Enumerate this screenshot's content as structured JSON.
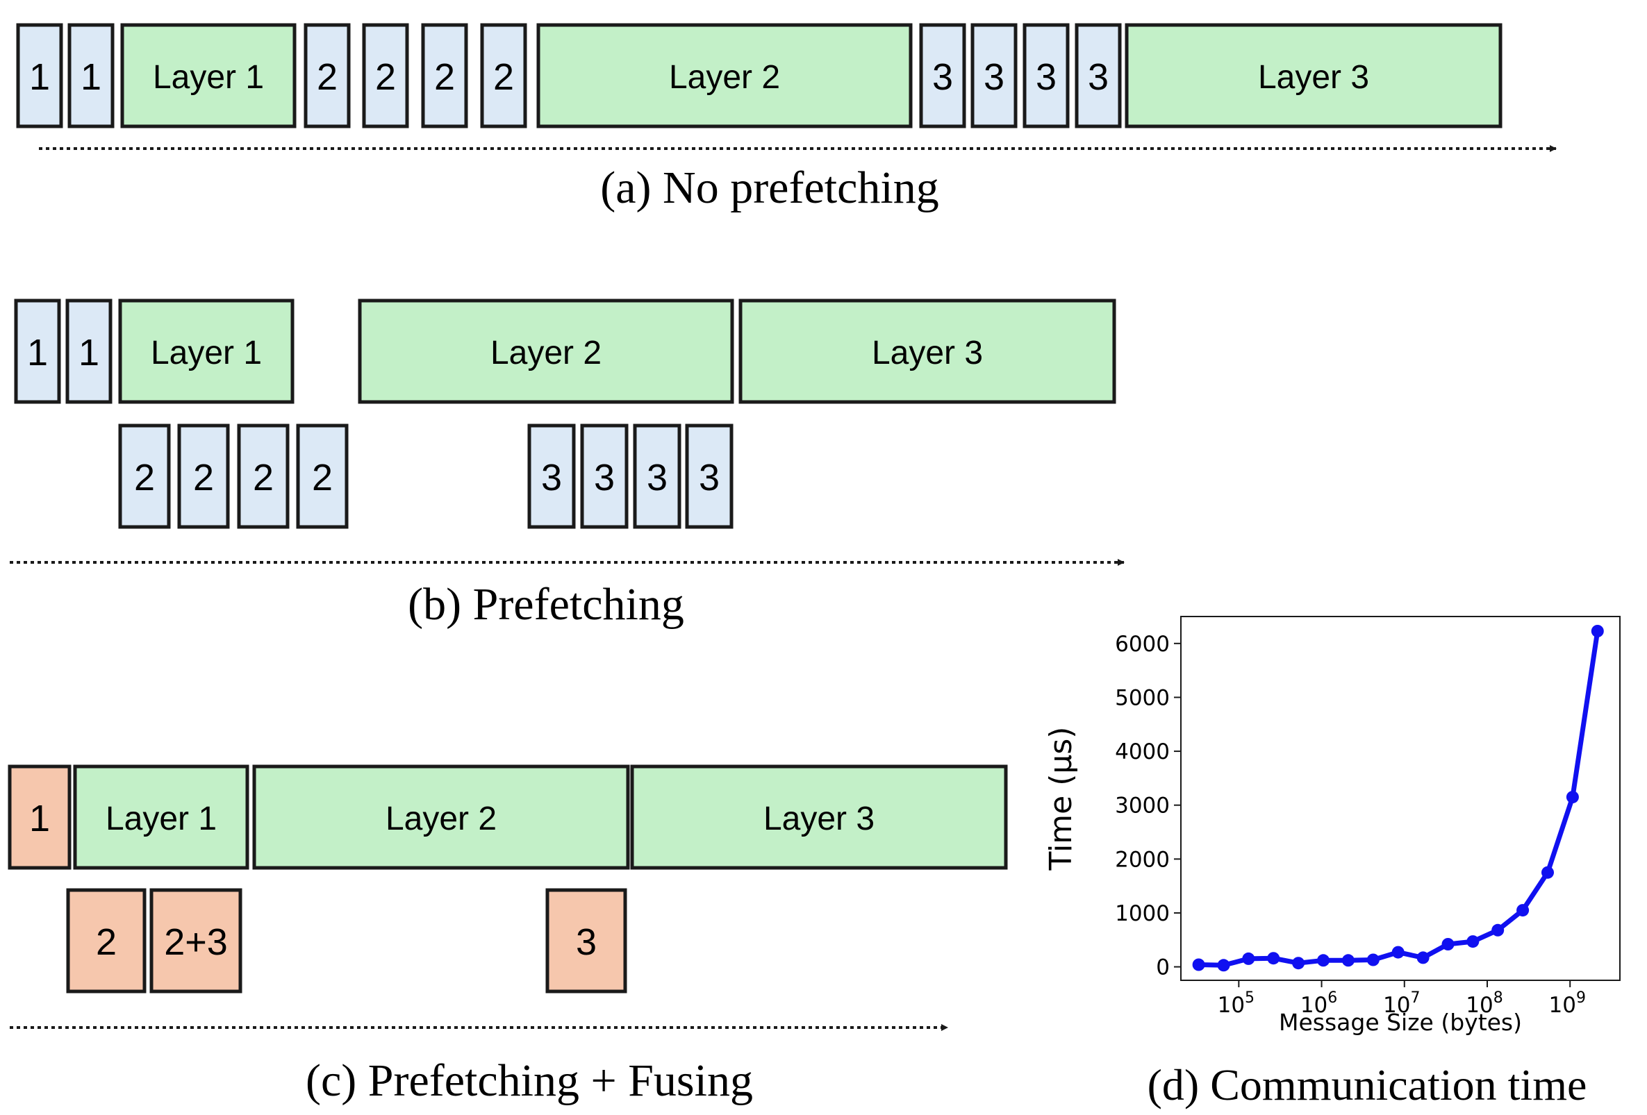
{
  "colors": {
    "comm_box": "#dce9f6",
    "layer_box": "#c3f0c8",
    "fused_box": "#f6c7ad",
    "stroke": "#1a1a1a",
    "series": "#1010f0"
  },
  "panel_a": {
    "caption": "(a) No prefetching",
    "boxes": [
      "1",
      "1",
      "Layer 1",
      "2",
      "2",
      "2",
      "2",
      "Layer 2",
      "3",
      "3",
      "3",
      "3",
      "Layer 3"
    ]
  },
  "panel_b": {
    "caption": "(b) Prefetching",
    "top_boxes": [
      "1",
      "1",
      "Layer 1",
      "Layer 2",
      "Layer 3"
    ],
    "bottom_boxes": [
      "2",
      "2",
      "2",
      "2",
      "3",
      "3",
      "3",
      "3"
    ]
  },
  "panel_c": {
    "caption": "(c) Prefetching + Fusing",
    "top_boxes": [
      "1",
      "Layer 1",
      "Layer 2",
      "Layer 3"
    ],
    "bottom_boxes": [
      "2",
      "2+3",
      "3"
    ]
  },
  "panel_d": {
    "caption": "(d) Communication time"
  },
  "chart_data": {
    "type": "line",
    "xlabel": "Message Size (bytes)",
    "ylabel": "Time (µs)",
    "x_scale": "log",
    "xlim": [
      20000,
      4000000000
    ],
    "ylim": [
      -250,
      6500
    ],
    "x_ticks": [
      {
        "base": "10",
        "exp": "5",
        "value": 100000
      },
      {
        "base": "10",
        "exp": "6",
        "value": 1000000
      },
      {
        "base": "10",
        "exp": "7",
        "value": 10000000
      },
      {
        "base": "10",
        "exp": "8",
        "value": 100000000
      },
      {
        "base": "10",
        "exp": "9",
        "value": 1000000000
      }
    ],
    "y_ticks": [
      "0",
      "1000",
      "2000",
      "3000",
      "4000",
      "5000",
      "6000"
    ],
    "grid": false,
    "series": [
      {
        "x": [
          32768,
          65536,
          131072,
          262144,
          524288,
          1048576,
          2097152,
          4194304,
          8388608,
          16777216,
          33554432,
          67108864,
          134217728,
          268435456,
          536870912,
          1073741824,
          2147483648
        ],
        "y": [
          40,
          30,
          150,
          160,
          70,
          120,
          120,
          130,
          270,
          170,
          420,
          470,
          680,
          1050,
          1750,
          3150,
          6230
        ]
      }
    ]
  }
}
